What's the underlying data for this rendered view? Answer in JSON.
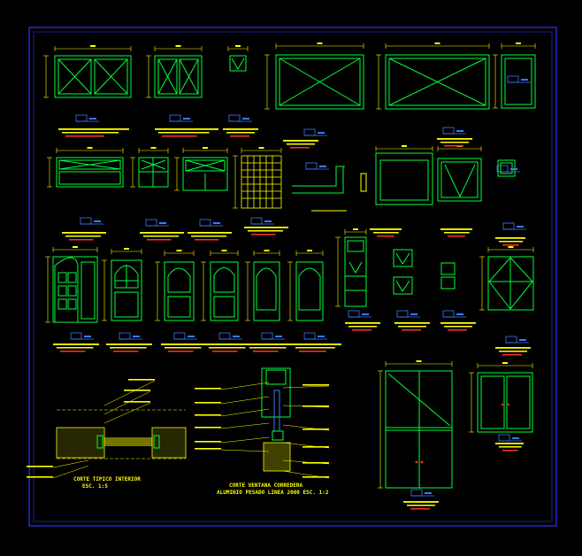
{
  "colors": {
    "background": "#000000",
    "frame": "#3232ff",
    "outline": "#00ff3c",
    "dimension": "#ffff00",
    "annotation": "#ffff00",
    "accent_blue": "#3c78ff",
    "accent_red": "#ff3030",
    "hatch": "#ffff00"
  },
  "drawing": {
    "section_wall": {
      "title": "CORTE TIPICO INTERIOR",
      "scale": "ESC. 1:5"
    },
    "section_window": {
      "title": "CORTE VENTANA CORREDERA",
      "subtitle": "ALUMINIO PESADO LINEA 2000 ESC. 1:2"
    },
    "callouts": {
      "drawing_scale": "ESC. 1:5"
    }
  }
}
